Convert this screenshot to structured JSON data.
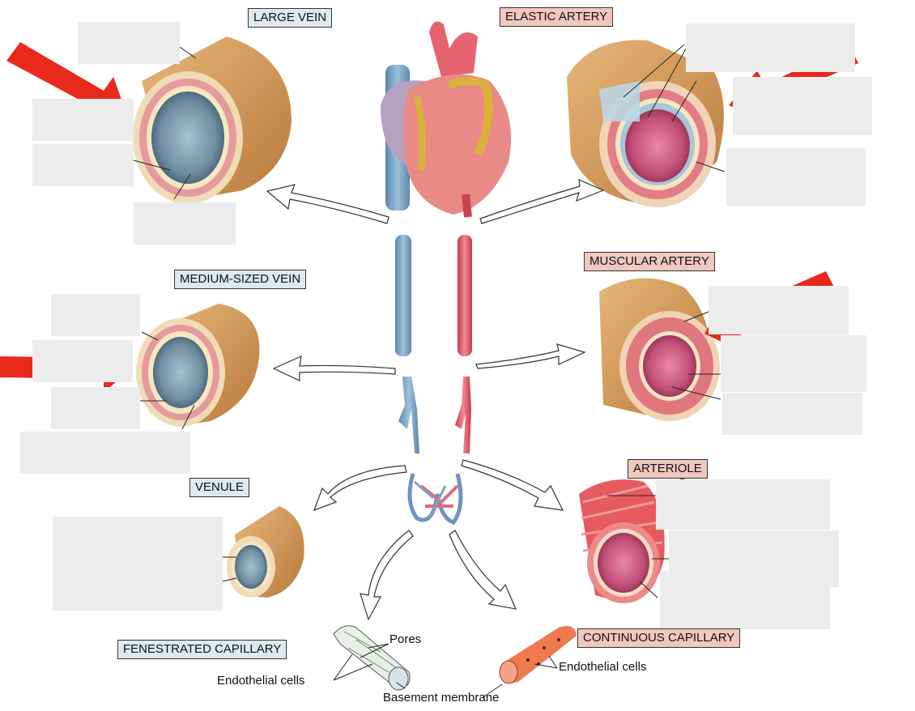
{
  "labels": {
    "large_vein": "LARGE VEIN",
    "elastic_artery": "ELASTIC ARTERY",
    "medium_vein": "MEDIUM-SIZED VEIN",
    "muscular_artery": "MUSCULAR ARTERY",
    "venule": "VENULE",
    "arteriole": "ARTERIOLE",
    "fenestrated_capillary": "FENESTRATED CAPILLARY",
    "continuous_capillary": "CONTINUOUS CAPILLARY"
  },
  "annotations": {
    "pores": "Pores",
    "endothelial_cells_left": "Endothelial cells",
    "endothelial_cells_right": "Endothelial cells",
    "basement_membrane": "Basement membrane"
  },
  "colors": {
    "vein_label_bg": "#dde9ee",
    "artery_label_bg": "#f2c7bd",
    "arrow_red": "#e8291c",
    "mask_gray": "#ececec",
    "adventitia": "#d9a463",
    "vein_blue": "#7ea6c4",
    "artery_red": "#e0505e"
  }
}
